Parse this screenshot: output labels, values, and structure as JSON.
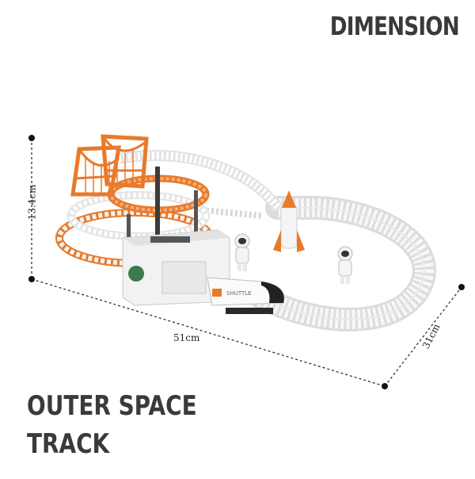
{
  "heading": "DIMENSION",
  "product_name": [
    "OUTER SPACE",
    "TRACK"
  ],
  "dimensions": {
    "height": "13.4cm",
    "width": "51cm",
    "depth": "31cm"
  },
  "train_text": "SHUTTLE",
  "colors": {
    "track": "#f4f4f4",
    "accent_orange": "#e87a2a",
    "text": "#3a3a3a"
  }
}
